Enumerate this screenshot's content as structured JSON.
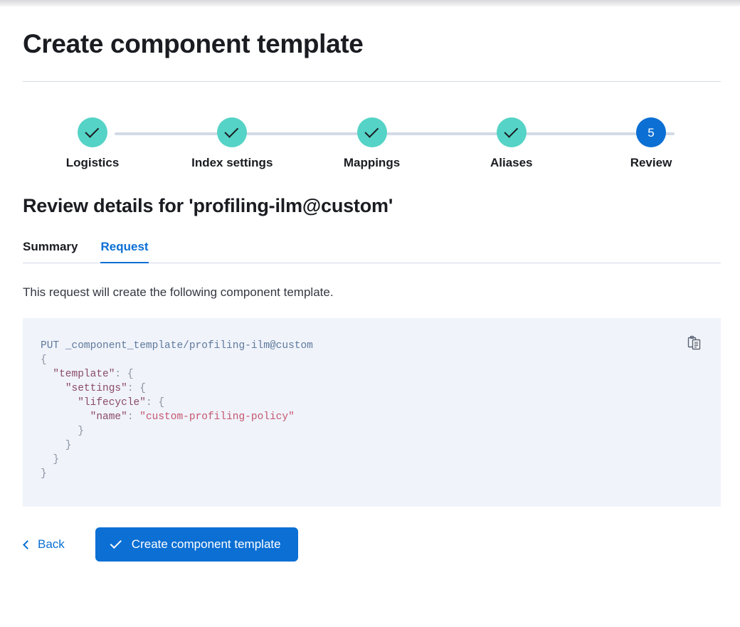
{
  "page": {
    "title": "Create component template"
  },
  "stepper": {
    "steps": [
      {
        "label": "Logistics",
        "state": "done",
        "indicator": "check"
      },
      {
        "label": "Index settings",
        "state": "done",
        "indicator": "check"
      },
      {
        "label": "Mappings",
        "state": "done",
        "indicator": "check"
      },
      {
        "label": "Aliases",
        "state": "done",
        "indicator": "check"
      },
      {
        "label": "Review",
        "state": "active",
        "indicator": "5"
      }
    ],
    "done_color": "#54d3c6",
    "active_color": "#0b6fd4",
    "track_color": "#d3dae6"
  },
  "review": {
    "heading": "Review details for 'profiling-ilm@custom'",
    "tabs": [
      {
        "label": "Summary",
        "active": false
      },
      {
        "label": "Request",
        "active": true
      }
    ],
    "description": "This request will create the following component template."
  },
  "code": {
    "copy_icon": "clipboard-copy-icon",
    "method": "PUT",
    "path": "_component_template/profiling-ilm@custom",
    "lines": [
      "{",
      "  \"template\": {",
      "    \"settings\": {",
      "      \"lifecycle\": {",
      "        \"name\": \"custom-profiling-policy\"",
      "      }",
      "    }",
      "  }",
      "}"
    ],
    "template_key": "\"template\"",
    "settings_key": "\"settings\"",
    "lifecycle_key": "\"lifecycle\"",
    "name_key": "\"name\"",
    "name_value": "\"custom-profiling-policy\"",
    "background": "#f0f3fa",
    "key_color": "#8a4a68",
    "string_color": "#c4576f"
  },
  "footer": {
    "back_label": "Back",
    "back_icon": "chevron-left-icon",
    "submit_label": "Create component template",
    "submit_icon": "check-icon",
    "submit_color": "#0b6fd4"
  }
}
